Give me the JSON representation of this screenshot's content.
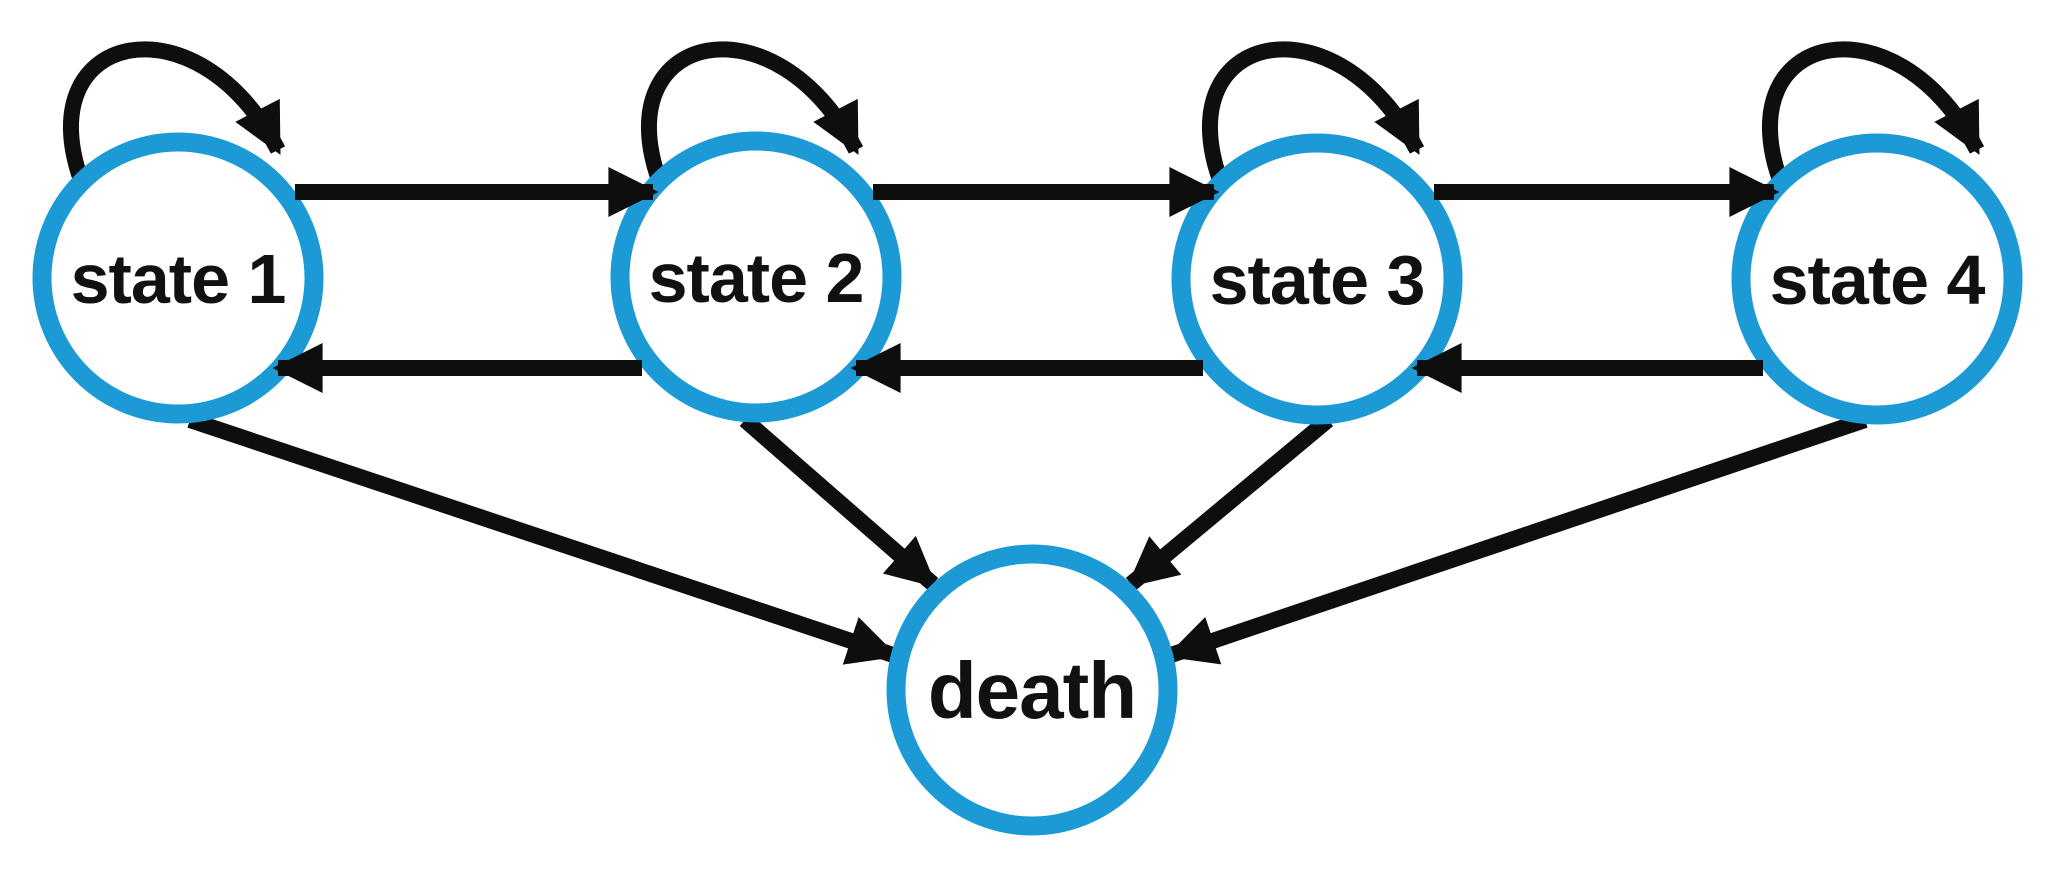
{
  "diagram": {
    "type": "state-transition-diagram",
    "background_color": "#ffffff",
    "node_stroke_color": "#1b9ad6",
    "node_fill_color": "#ffffff",
    "label_color": "#111111",
    "arrow_color": "#0e0e0e",
    "nodes": [
      {
        "id": "state1",
        "label": "state 1"
      },
      {
        "id": "state2",
        "label": "state 2"
      },
      {
        "id": "state3",
        "label": "state 3"
      },
      {
        "id": "state4",
        "label": "state 4"
      },
      {
        "id": "death",
        "label": "death"
      }
    ],
    "edges": [
      {
        "from": "state1",
        "to": "state1",
        "kind": "self"
      },
      {
        "from": "state2",
        "to": "state2",
        "kind": "self"
      },
      {
        "from": "state3",
        "to": "state3",
        "kind": "self"
      },
      {
        "from": "state4",
        "to": "state4",
        "kind": "self"
      },
      {
        "from": "state1",
        "to": "state2",
        "kind": "forward"
      },
      {
        "from": "state2",
        "to": "state3",
        "kind": "forward"
      },
      {
        "from": "state3",
        "to": "state4",
        "kind": "forward"
      },
      {
        "from": "state2",
        "to": "state1",
        "kind": "backward"
      },
      {
        "from": "state3",
        "to": "state2",
        "kind": "backward"
      },
      {
        "from": "state4",
        "to": "state3",
        "kind": "backward"
      },
      {
        "from": "state1",
        "to": "death",
        "kind": "death"
      },
      {
        "from": "state2",
        "to": "death",
        "kind": "death"
      },
      {
        "from": "state3",
        "to": "death",
        "kind": "death"
      },
      {
        "from": "state4",
        "to": "death",
        "kind": "death"
      }
    ]
  }
}
